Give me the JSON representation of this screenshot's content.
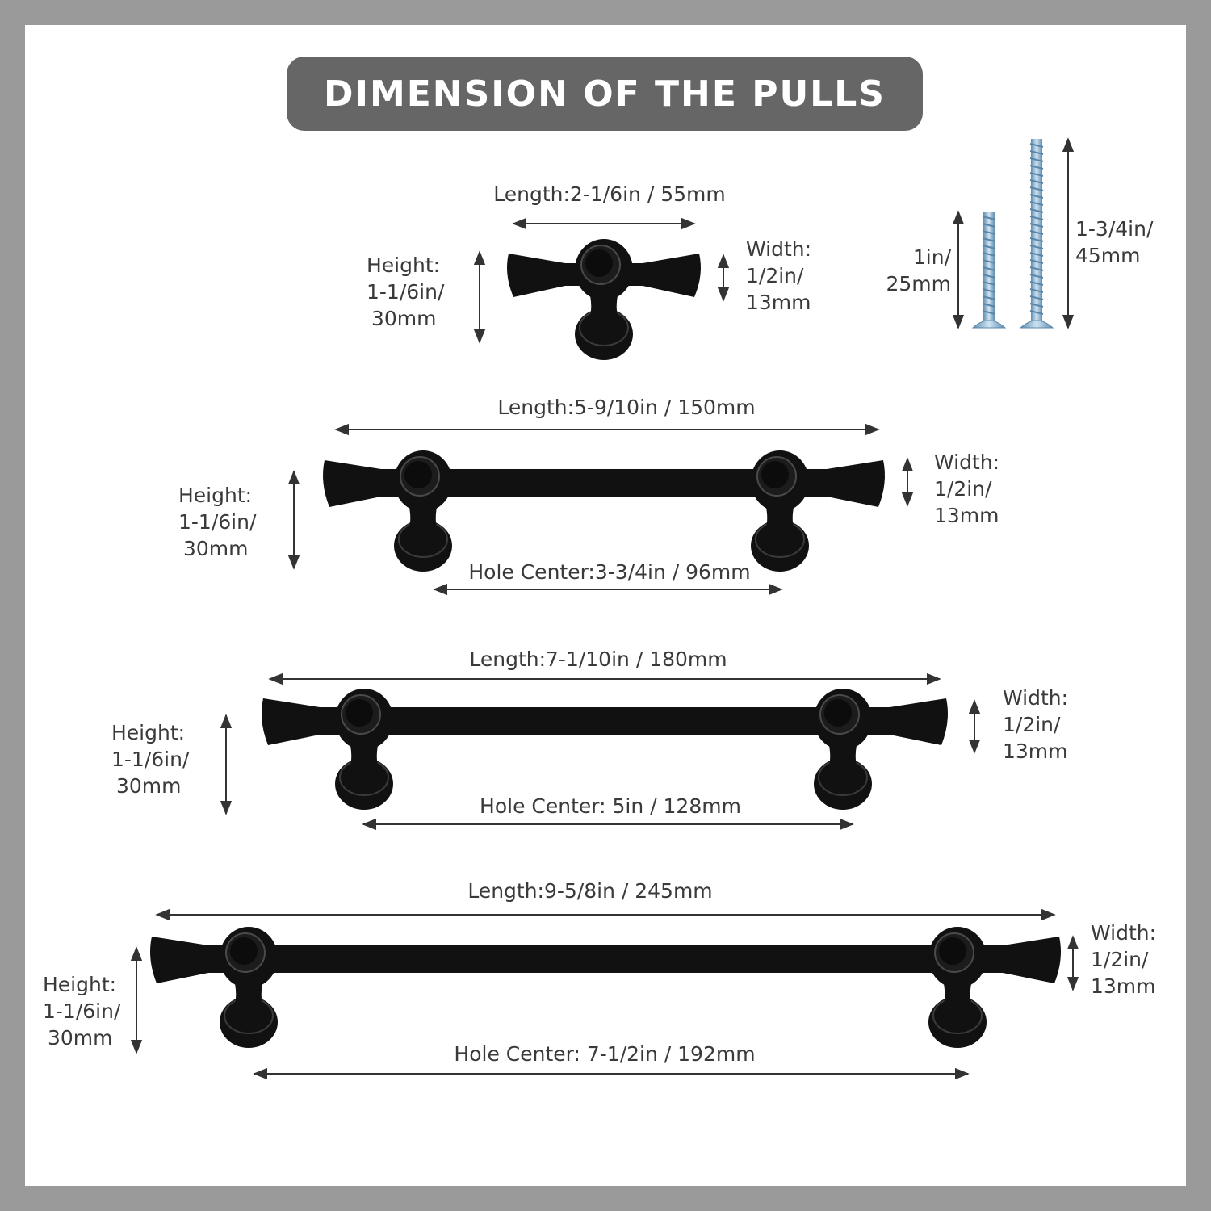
{
  "title": "DIMENSION OF THE PULLS",
  "knob": {
    "length": "Length:2-1/6in / 55mm",
    "height": [
      "Height:",
      "1-1/6in/",
      "30mm"
    ],
    "width": [
      "Width:",
      "1/2in/",
      "13mm"
    ]
  },
  "screws": {
    "short": [
      "1in/",
      "25mm"
    ],
    "long": [
      "1-3/4in/",
      "45mm"
    ]
  },
  "pull_96": {
    "length": "Length:5-9/10in / 150mm",
    "height": [
      "Height:",
      "1-1/6in/",
      "30mm"
    ],
    "width": [
      "Width:",
      "1/2in/",
      "13mm"
    ],
    "hole_center": "Hole Center:3-3/4in / 96mm"
  },
  "pull_128": {
    "length": "Length:7-1/10in / 180mm",
    "height": [
      "Height:",
      "1-1/6in/",
      "30mm"
    ],
    "width": [
      "Width:",
      "1/2in/",
      "13mm"
    ],
    "hole_center": "Hole Center: 5in / 128mm"
  },
  "pull_192": {
    "length": "Length:9-5/8in / 245mm",
    "height": [
      "Height:",
      "1-1/6in/",
      "30mm"
    ],
    "width": [
      "Width:",
      "1/2in/",
      "13mm"
    ],
    "hole_center": "Hole Center: 7-1/2in / 192mm"
  },
  "colors": {
    "border": "#9a9a9a",
    "banner": "#666666",
    "hardware": "#111111",
    "screw": "#8fb8d8",
    "text": "#3a3a3a"
  }
}
